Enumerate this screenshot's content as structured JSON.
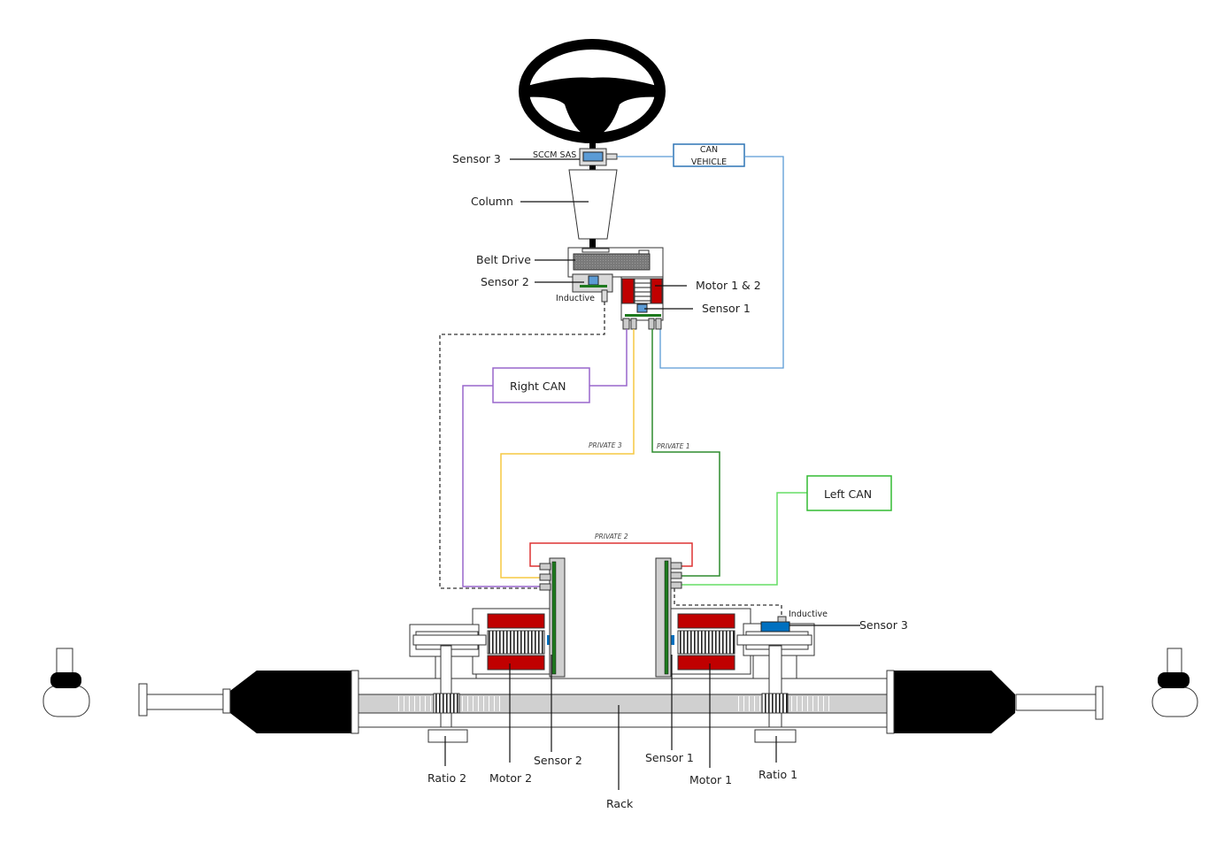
{
  "labels": {
    "sensor3_top": "Sensor 3",
    "sccm_sas": "SCCM SAS",
    "can_vehicle_1": "CAN",
    "can_vehicle_2": "VEHICLE",
    "column": "Column",
    "belt_drive": "Belt Drive",
    "sensor2_top": "Sensor 2",
    "inductive_top": "Inductive",
    "motor12": "Motor 1 & 2",
    "sensor1_top": "Sensor 1",
    "right_can": "Right CAN",
    "private3": "PRIVATE 3",
    "private1": "PRIVATE 1",
    "private2": "PRIVATE 2",
    "left_can": "Left CAN",
    "inductive_bottom": "Inductive",
    "sensor3_bottom": "Sensor 3",
    "ratio2": "Ratio 2",
    "motor2": "Motor 2",
    "sensor2_bottom": "Sensor 2",
    "sensor1_bottom": "Sensor 1",
    "motor1": "Motor 1",
    "ratio1": "Ratio 1",
    "rack": "Rack"
  },
  "colors": {
    "can_vehicle": "#5b9bd5",
    "right_can": "#9966cc",
    "private3": "#f5c842",
    "private1": "#2e8b2e",
    "private2": "#dd3333",
    "left_can": "#44cc44",
    "motor": "#c00000",
    "sensor": "#5b9bd5",
    "pcb": "#1e7a1e"
  }
}
